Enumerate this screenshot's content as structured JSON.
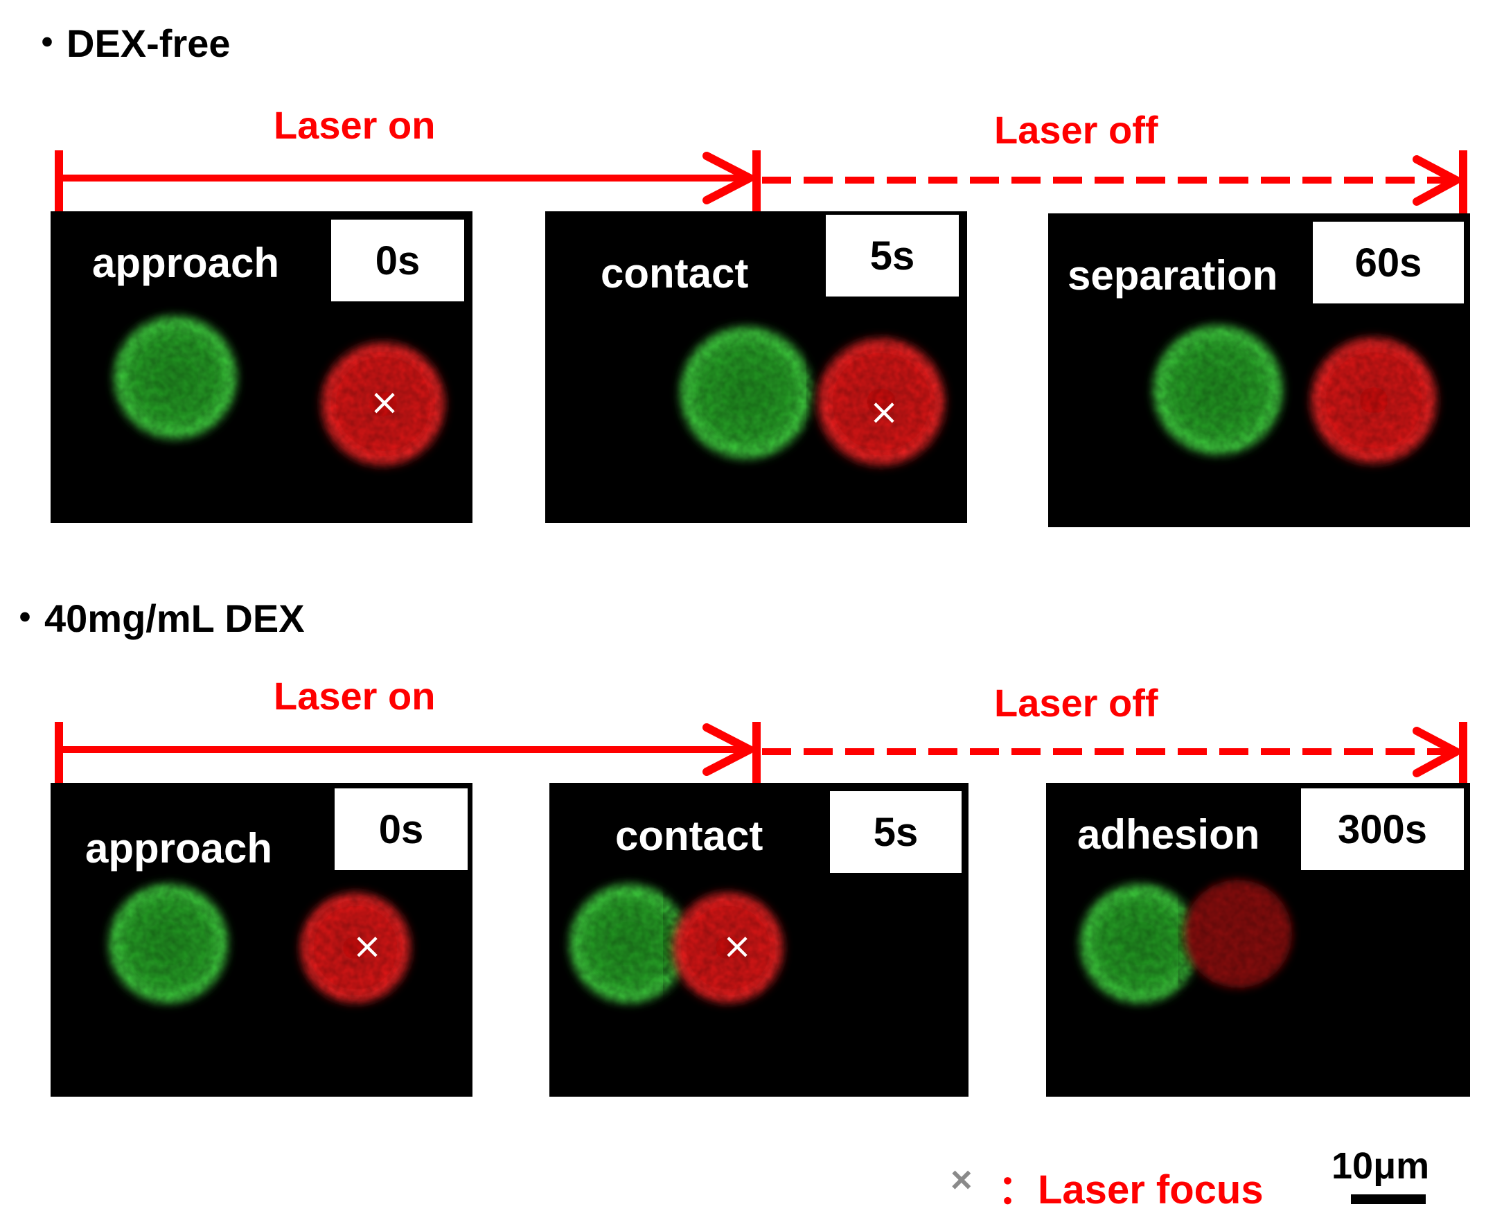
{
  "colors": {
    "timeline": "#ff0000",
    "panel_bg": "#000000",
    "green_cell": "#2fd12f",
    "red_cell": "#ff1010"
  },
  "sections": [
    {
      "title": "・DEX-free",
      "laser_on_label": "Laser on",
      "laser_off_label": "Laser off",
      "panels": [
        {
          "stage": "approach",
          "time": "0s"
        },
        {
          "stage": "contact",
          "time": "5s"
        },
        {
          "stage": "separation",
          "time": "60s"
        }
      ]
    },
    {
      "title": "・40mg/mL DEX",
      "laser_on_label": "Laser on",
      "laser_off_label": "Laser off",
      "panels": [
        {
          "stage": "approach",
          "time": "0s"
        },
        {
          "stage": "contact",
          "time": "5s"
        },
        {
          "stage": "adhesion",
          "time": "300s"
        }
      ]
    }
  ],
  "legend": {
    "marker": "×",
    "text": "：Laser focus"
  },
  "scale_bar": {
    "label": "10μm"
  }
}
